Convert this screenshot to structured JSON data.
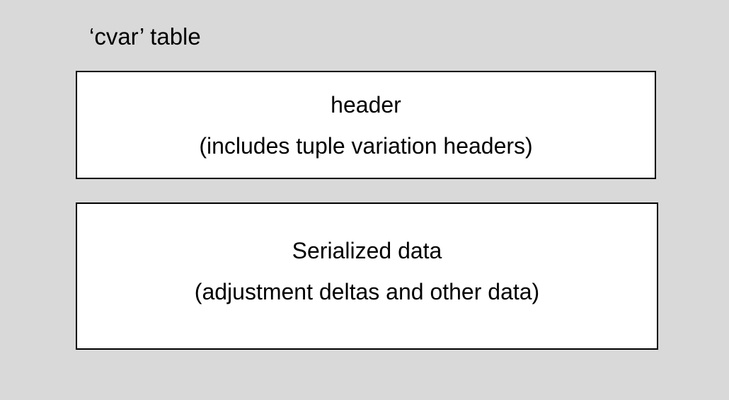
{
  "colors": {
    "background": "#d9d9d9",
    "box_fill": "#ffffff",
    "box_border": "#000000",
    "text": "#000000"
  },
  "diagram": {
    "title": "‘cvar’ table",
    "header_box": {
      "line1": "header",
      "line2": "(includes tuple variation headers)"
    },
    "serialized_box": {
      "line1": "Serialized data",
      "line2": "(adjustment deltas and other data)"
    }
  }
}
